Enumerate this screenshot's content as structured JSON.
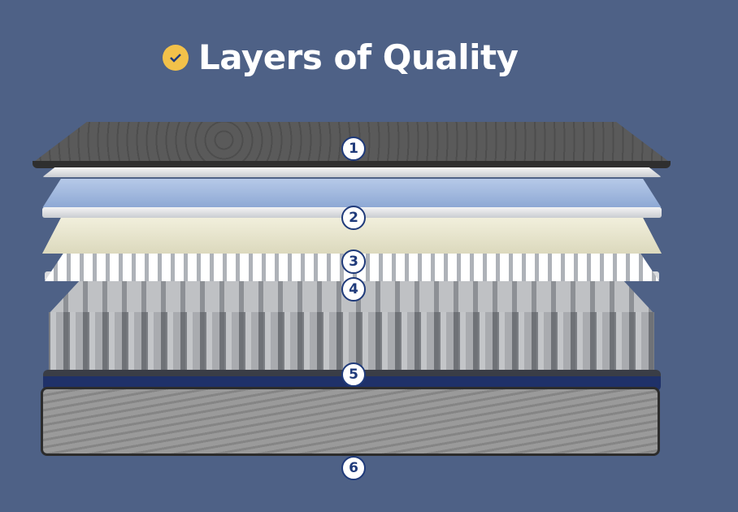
{
  "title": "Layers of Quality",
  "title_icon": "check-circle-icon",
  "colors": {
    "background": "#4e6186",
    "check": "#f2c14a",
    "badge_border": "#1f3a7a"
  },
  "badges": [
    "1",
    "2",
    "3",
    "4",
    "5",
    "6"
  ]
}
